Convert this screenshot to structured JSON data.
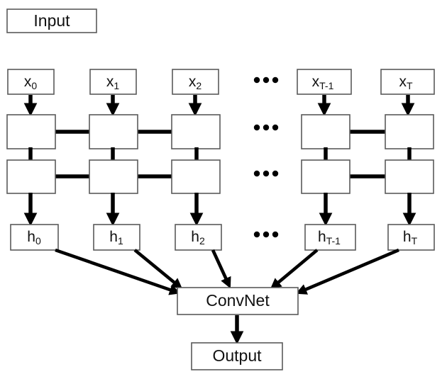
{
  "diagram": {
    "title_box": {
      "label": "Input"
    },
    "input_nodes": [
      {
        "name": "x0",
        "base": "x",
        "sub": "0"
      },
      {
        "name": "x1",
        "base": "x",
        "sub": "1"
      },
      {
        "name": "x2",
        "base": "x",
        "sub": "2"
      },
      {
        "name": "xT-1",
        "base": "x",
        "sub": "T-1"
      },
      {
        "name": "xT",
        "base": "x",
        "sub": "T"
      }
    ],
    "hidden_nodes": [
      {
        "name": "h0",
        "base": "h",
        "sub": "0"
      },
      {
        "name": "h1",
        "base": "h",
        "sub": "1"
      },
      {
        "name": "h2",
        "base": "h",
        "sub": "2"
      },
      {
        "name": "hT-1",
        "base": "h",
        "sub": "T-1"
      },
      {
        "name": "hT",
        "base": "h",
        "sub": "T"
      }
    ],
    "rnn_layer_1": {
      "label": ""
    },
    "rnn_layer_2": {
      "label": ""
    },
    "convnet_box": {
      "label": "ConvNet"
    },
    "output_box": {
      "label": "Output"
    },
    "ellipsis": {
      "glyph": "•••",
      "rows": 4
    },
    "colors": {
      "box_fill": "#ffffff",
      "box_stroke": "#5a5a5a",
      "connector": "#000000",
      "text": "#111111",
      "background": "#ffffff"
    }
  }
}
